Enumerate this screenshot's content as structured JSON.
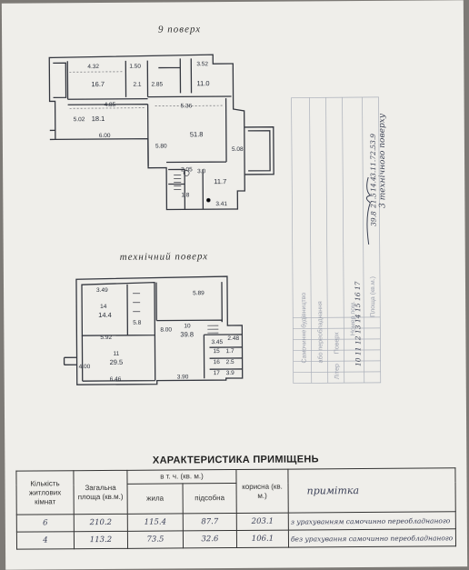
{
  "plans": {
    "upper_title": "9 поверх",
    "lower_title": "технічний поверх",
    "upper_labels": [
      {
        "t": "4.32"
      },
      {
        "t": "1.50"
      },
      {
        "t": "3.52"
      },
      {
        "t": "16.7"
      },
      {
        "t": "2.1"
      },
      {
        "t": "11.0"
      },
      {
        "t": "4.85"
      },
      {
        "t": "5.36"
      },
      {
        "t": "5.02"
      },
      {
        "t": "18.1"
      },
      {
        "t": "6.00"
      },
      {
        "t": "51.8"
      },
      {
        "t": "5.80"
      },
      {
        "t": "2.05"
      },
      {
        "t": "1.8"
      },
      {
        "t": "11.7"
      },
      {
        "t": "3.41"
      },
      {
        "t": "2.85"
      },
      {
        "t": "5.08"
      },
      {
        "t": "3.0"
      }
    ],
    "lower_labels": [
      {
        "t": "3.49"
      },
      {
        "t": "14"
      },
      {
        "t": "14.4"
      },
      {
        "t": "5.89"
      },
      {
        "t": "10"
      },
      {
        "t": "39.8"
      },
      {
        "t": "5.92"
      },
      {
        "t": "11"
      },
      {
        "t": "29.5"
      },
      {
        "t": "6.46"
      },
      {
        "t": "3.90"
      },
      {
        "t": "8.00"
      },
      {
        "t": "4.00"
      },
      {
        "t": "5.8"
      },
      {
        "t": "3.45"
      },
      {
        "t": "15"
      },
      {
        "t": "1.7"
      },
      {
        "t": "16"
      },
      {
        "t": "2.5"
      },
      {
        "t": "17"
      },
      {
        "t": "3.9"
      },
      {
        "t": "2.48"
      }
    ]
  },
  "stamp": {
    "note": "3 технічного поверху",
    "lines": [
      "Самочинне будівництво",
      "або переобладнання",
      "Літер",
      "Поверх",
      "Номер пом.",
      "Площа (кв.м.)"
    ],
    "row_nums": [
      "10",
      "11",
      "12",
      "13",
      "14",
      "15",
      "16",
      "17"
    ],
    "row_vals": [
      "39.8",
      "21.5",
      "14.4",
      "3.1",
      "1.7",
      "2.5",
      "3.9"
    ]
  },
  "table": {
    "title": "ХАРАКТЕРИСТИКА ПРИМІЩЕНЬ",
    "h_rooms": "Кількість житлових кімнат",
    "h_total": "Загальна площа (кв.м.)",
    "h_incl": "в т. ч. (кв. м.)",
    "h_living": "жила",
    "h_aux": "підсобна",
    "h_useful": "корисна (кв. м.)",
    "h_note": "примітка",
    "rows": [
      {
        "rooms": "6",
        "total": "210.2",
        "living": "115.4",
        "aux": "87.7",
        "useful": "203.1",
        "note": "з урахуванням самочинно переобладнаного"
      },
      {
        "rooms": "4",
        "total": "113.2",
        "living": "73.5",
        "aux": "32.6",
        "useful": "106.1",
        "note": "без урахування самочинно переобладнаного"
      }
    ]
  }
}
